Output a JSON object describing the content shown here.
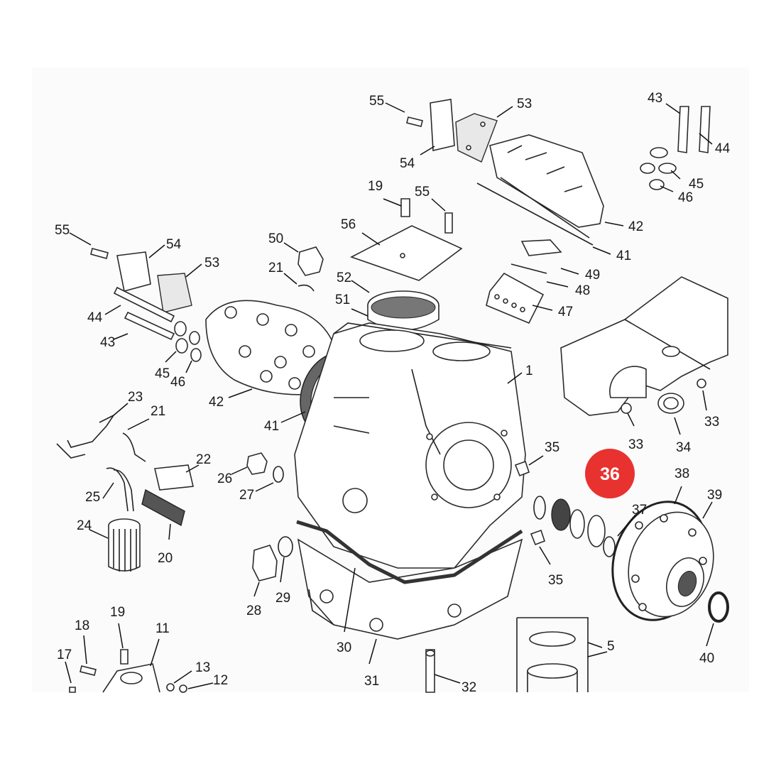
{
  "highlight": {
    "label": "36",
    "color": "#e8322f"
  },
  "part_labels": {
    "p55a": "55",
    "p53a": "53",
    "p54a": "54",
    "p43a": "43",
    "p44a": "44",
    "p45a": "45",
    "p46a": "46",
    "p19a": "19",
    "p55b": "55",
    "p56": "56",
    "p42a": "42",
    "p41a": "41",
    "p49": "49",
    "p48": "48",
    "p47": "47",
    "p55c": "55",
    "p54b": "54",
    "p53b": "53",
    "p50": "50",
    "p21a": "21",
    "p52": "52",
    "p51": "51",
    "p44b": "44",
    "p43b": "43",
    "p45b": "45",
    "p46b": "46",
    "p42b": "42",
    "p1": "1",
    "p41b": "41",
    "p23": "23",
    "p21b": "21",
    "p22": "22",
    "p26": "26",
    "p27": "27",
    "p25": "25",
    "p24": "24",
    "p20": "20",
    "p35a": "35",
    "p35b": "35",
    "p28": "28",
    "p29": "29",
    "p30": "30",
    "p31": "31",
    "p32": "32",
    "p33a": "33",
    "p33b": "33",
    "p34": "34",
    "p37": "37",
    "p38": "38",
    "p39": "39",
    "p40": "40",
    "p5": "5",
    "p18": "18",
    "p19b": "19",
    "p11": "11",
    "p17": "17",
    "p13": "13",
    "p12": "12"
  }
}
